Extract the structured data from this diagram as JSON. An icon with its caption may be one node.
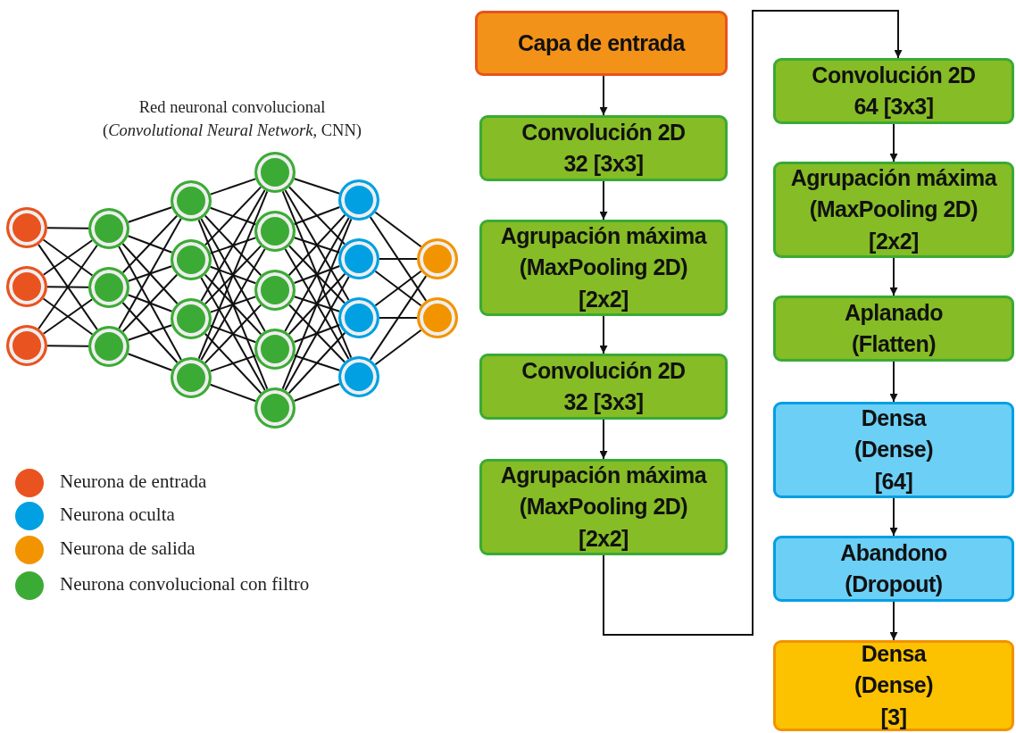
{
  "diagram": {
    "title": "Red neuronal convolucional (*Convolutional Neural Network*, CNN)",
    "nodes": [
      {
        "text": [],
        "shape": "circle"
      },
      {
        "text": [],
        "shape": "circle"
      },
      {
        "text": [],
        "shape": "circle"
      },
      {
        "text": [],
        "shape": "circle"
      },
      {
        "text": [],
        "shape": "circle"
      },
      {
        "text": [],
        "shape": "circle"
      },
      {
        "text": [],
        "shape": "circle"
      },
      {
        "text": [],
        "shape": "circle"
      },
      {
        "text": [],
        "shape": "circle"
      },
      {
        "text": [],
        "shape": "circle"
      },
      {
        "text": [],
        "shape": "circle"
      },
      {
        "text": [],
        "shape": "circle"
      },
      {
        "text": [],
        "shape": "circle"
      },
      {
        "text": [],
        "shape": "circle"
      },
      {
        "text": [],
        "shape": "circle"
      },
      {
        "text": [],
        "shape": "circle"
      },
      {
        "text": [],
        "shape": "circle"
      },
      {
        "text": [],
        "shape": "circle"
      },
      {
        "text": [],
        "shape": "circle"
      },
      {
        "text": [],
        "shape": "circle"
      },
      {
        "text": [],
        "shape": "circle"
      },
      {
        "text": [
          "Capa de entrada"
        ]
      },
      {
        "text": [
          "Convolución 2D 32 [3x3]"
        ]
      },
      {
        "text": [
          "Agrupación máxima (MaxPooling 2D) [2x2]"
        ]
      },
      {
        "text": [
          "Convolución 2D 32 [3x3]"
        ]
      },
      {
        "text": [
          "Agrupación máxima (MaxPooling 2D) [2x2]"
        ]
      },
      {
        "text": [
          "Convolución 2D 64 [3x3]"
        ]
      },
      {
        "text": [
          "Agrupación máxima (MaxPooling 2D) [2x2]"
        ]
      },
      {
        "text": [
          "Aplanado (Flatten)"
        ]
      },
      {
        "text": [
          "Densa (Dense) [64]"
        ]
      },
      {
        "text": [
          "Abandono (Dropout)"
        ]
      },
      {
        "text": [
          "Densa (Dense) [3]"
        ]
      }
    ],
    "edges": [
      {
        "from": 0,
        "to": 3,
        "arrow": "none"
      },
      {
        "from": 0,
        "to": 4,
        "arrow": "none"
      },
      {
        "from": 0,
        "to": 5,
        "arrow": "none"
      },
      {
        "from": 1,
        "to": 3,
        "arrow": "none"
      },
      {
        "from": 1,
        "to": 4,
        "arrow": "none"
      },
      {
        "from": 1,
        "to": 5,
        "arrow": "none"
      },
      {
        "from": 2,
        "to": 3,
        "arrow": "none"
      },
      {
        "from": 2,
        "to": 4,
        "arrow": "none"
      },
      {
        "from": 2,
        "to": 5,
        "arrow": "none"
      },
      {
        "from": 3,
        "to": 6,
        "arrow": "none"
      },
      {
        "from": 3,
        "to": 7,
        "arrow": "none"
      },
      {
        "from": 3,
        "to": 8,
        "arrow": "none"
      },
      {
        "from": 3,
        "to": 9,
        "arrow": "none"
      },
      {
        "from": 4,
        "to": 6,
        "arrow": "none"
      },
      {
        "from": 4,
        "to": 7,
        "arrow": "none"
      },
      {
        "from": 4,
        "to": 8,
        "arrow": "none"
      },
      {
        "from": 4,
        "to": 9,
        "arrow": "none"
      },
      {
        "from": 5,
        "to": 6,
        "arrow": "none"
      },
      {
        "from": 5,
        "to": 7,
        "arrow": "none"
      },
      {
        "from": 5,
        "to": 8,
        "arrow": "none"
      },
      {
        "from": 5,
        "to": 9,
        "arrow": "none"
      },
      {
        "from": 6,
        "to": 10,
        "arrow": "none"
      },
      {
        "from": 6,
        "to": 11,
        "arrow": "none"
      },
      {
        "from": 6,
        "to": 12,
        "arrow": "none"
      },
      {
        "from": 6,
        "to": 13,
        "arrow": "none"
      },
      {
        "from": 6,
        "to": 14,
        "arrow": "none"
      },
      {
        "from": 7,
        "to": 10,
        "arrow": "none"
      },
      {
        "from": 7,
        "to": 11,
        "arrow": "none"
      },
      {
        "from": 7,
        "to": 12,
        "arrow": "none"
      },
      {
        "from": 7,
        "to": 13,
        "arrow": "none"
      },
      {
        "from": 7,
        "to": 14,
        "arrow": "none"
      },
      {
        "from": 8,
        "to": 10,
        "arrow": "none"
      },
      {
        "from": 8,
        "to": 11,
        "arrow": "none"
      },
      {
        "from": 8,
        "to": 12,
        "arrow": "none"
      },
      {
        "from": 8,
        "to": 13,
        "arrow": "none"
      },
      {
        "from": 8,
        "to": 14,
        "arrow": "none"
      },
      {
        "from": 9,
        "to": 10,
        "arrow": "none"
      },
      {
        "from": 9,
        "to": 11,
        "arrow": "none"
      },
      {
        "from": 9,
        "to": 12,
        "arrow": "none"
      },
      {
        "from": 9,
        "to": 13,
        "arrow": "none"
      },
      {
        "from": 9,
        "to": 14,
        "arrow": "none"
      },
      {
        "from": 10,
        "to": 15,
        "arrow": "none"
      },
      {
        "from": 10,
        "to": 16,
        "arrow": "none"
      },
      {
        "from": 10,
        "to": 17,
        "arrow": "none"
      },
      {
        "from": 10,
        "to": 18,
        "arrow": "none"
      },
      {
        "from": 11,
        "to": 15,
        "arrow": "none"
      },
      {
        "from": 11,
        "to": 16,
        "arrow": "none"
      },
      {
        "from": 11,
        "to": 17,
        "arrow": "none"
      },
      {
        "from": 11,
        "to": 18,
        "arrow": "none"
      },
      {
        "from": 12,
        "to": 15,
        "arrow": "none"
      },
      {
        "from": 12,
        "to": 16,
        "arrow": "none"
      },
      {
        "from": 12,
        "to": 17,
        "arrow": "none"
      },
      {
        "from": 12,
        "to": 18,
        "arrow": "none"
      },
      {
        "from": 13,
        "to": 15,
        "arrow": "none"
      },
      {
        "from": 13,
        "to": 16,
        "arrow": "none"
      },
      {
        "from": 13,
        "to": 17,
        "arrow": "none"
      },
      {
        "from": 13,
        "to": 18,
        "arrow": "none"
      },
      {
        "from": 14,
        "to": 15,
        "arrow": "none"
      },
      {
        "from": 14,
        "to": 16,
        "arrow": "none"
      },
      {
        "from": 14,
        "to": 17,
        "arrow": "none"
      },
      {
        "from": 14,
        "to": 18,
        "arrow": "none"
      },
      {
        "from": 15,
        "to": 19,
        "arrow": "none"
      },
      {
        "from": 15,
        "to": 20,
        "arrow": "none"
      },
      {
        "from": 16,
        "to": 19,
        "arrow": "none"
      },
      {
        "from": 16,
        "to": 20,
        "arrow": "none"
      },
      {
        "from": 17,
        "to": 19,
        "arrow": "none"
      },
      {
        "from": 17,
        "to": 20,
        "arrow": "none"
      },
      {
        "from": 18,
        "to": 19,
        "arrow": "none"
      },
      {
        "from": 18,
        "to": 20,
        "arrow": "none"
      },
      {
        "from": 21,
        "to": 22,
        "arrow": "to"
      },
      {
        "from": 22,
        "to": 23,
        "arrow": "to"
      },
      {
        "from": 23,
        "to": 24,
        "arrow": "to"
      },
      {
        "from": 24,
        "to": 25,
        "arrow": "to"
      },
      {
        "from": 25,
        "to": 26,
        "arrow": "to"
      },
      {
        "from": 26,
        "to": 27,
        "arrow": "to"
      },
      {
        "from": 27,
        "to": 28,
        "arrow": "to"
      },
      {
        "from": 28,
        "to": 29,
        "arrow": "to"
      },
      {
        "from": 29,
        "to": 30,
        "arrow": "to"
      },
      {
        "from": 30,
        "to": 31,
        "arrow": "to"
      }
    ],
    "legend": [
      {
        "text": "Neurona de entrada",
        "color": "#e9531f"
      },
      {
        "text": "Neurona oculta",
        "color": "#00a0e2"
      },
      {
        "text": "Neurona de salida",
        "color": "#f29400"
      },
      {
        "text": "Neurona convolucional con filtro",
        "color": "#3cab36"
      }
    ]
  }
}
